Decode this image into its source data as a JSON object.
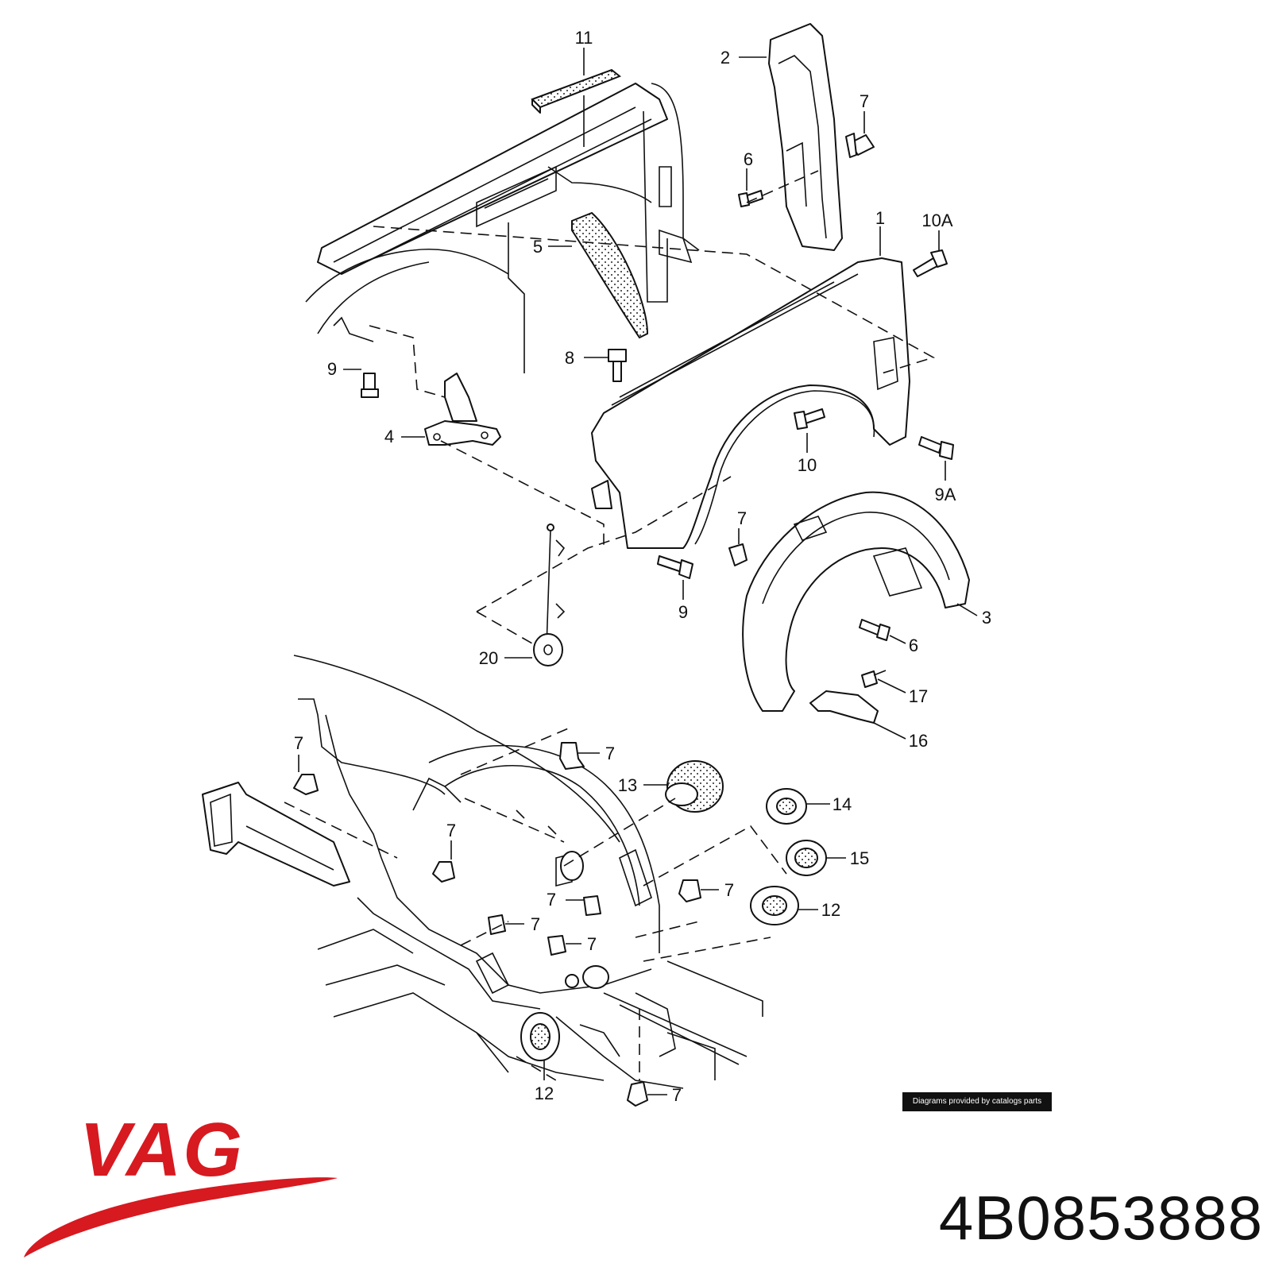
{
  "callouts": [
    {
      "id": "c11",
      "label": "11"
    },
    {
      "id": "c2",
      "label": "2"
    },
    {
      "id": "c7a",
      "label": "7"
    },
    {
      "id": "c6a",
      "label": "6"
    },
    {
      "id": "c10A",
      "label": "10A"
    },
    {
      "id": "c1",
      "label": "1"
    },
    {
      "id": "c5",
      "label": "5"
    },
    {
      "id": "c8",
      "label": "8"
    },
    {
      "id": "c9a",
      "label": "9"
    },
    {
      "id": "c4",
      "label": "4"
    },
    {
      "id": "c10",
      "label": "10"
    },
    {
      "id": "c9A",
      "label": "9A"
    },
    {
      "id": "c7b",
      "label": "7"
    },
    {
      "id": "c3",
      "label": "3"
    },
    {
      "id": "c9b",
      "label": "9"
    },
    {
      "id": "c6b",
      "label": "6"
    },
    {
      "id": "c20",
      "label": "20"
    },
    {
      "id": "c17",
      "label": "17"
    },
    {
      "id": "c16",
      "label": "16"
    },
    {
      "id": "c7c",
      "label": "7"
    },
    {
      "id": "c7d",
      "label": "7"
    },
    {
      "id": "c13",
      "label": "13"
    },
    {
      "id": "c14",
      "label": "14"
    },
    {
      "id": "c15",
      "label": "15"
    },
    {
      "id": "c7e",
      "label": "7"
    },
    {
      "id": "c7f",
      "label": "7"
    },
    {
      "id": "c7g",
      "label": "7"
    },
    {
      "id": "c12a",
      "label": "12"
    },
    {
      "id": "c7h",
      "label": "7"
    },
    {
      "id": "c7i",
      "label": "7"
    },
    {
      "id": "c12b",
      "label": "12"
    },
    {
      "id": "c7j",
      "label": "7"
    }
  ],
  "credit": "Diagrams provided by catalogs parts",
  "brand": {
    "name": "VAG",
    "color": "#d71920"
  },
  "part_number": "4B0853888"
}
